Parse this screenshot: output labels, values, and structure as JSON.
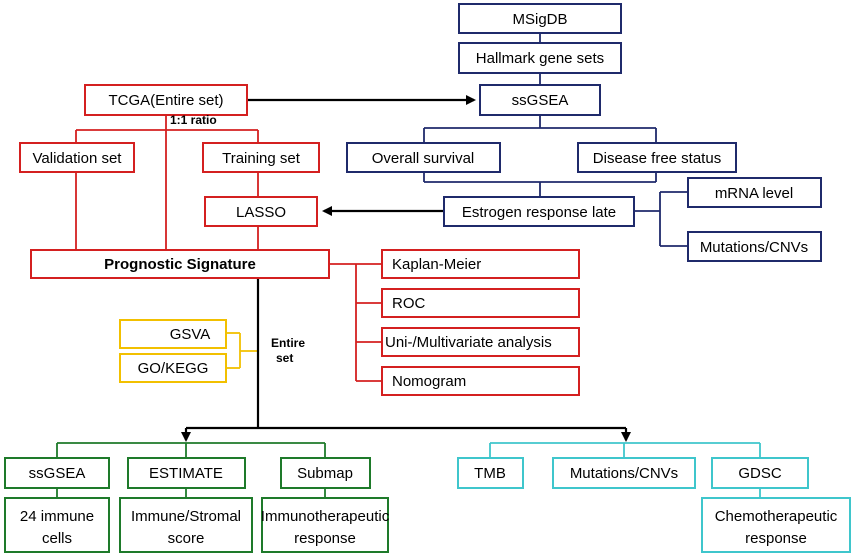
{
  "colors": {
    "navy": "#1f2a6b",
    "red": "#d42020",
    "yellow": "#f2c000",
    "green": "#1e7a2a",
    "cyan": "#3fc6cc",
    "arrow": "#000000"
  },
  "nodes": {
    "msigdb": "MSigDB",
    "hallmark": "Hallmark gene sets",
    "tcga": "TCGA(Entire set)",
    "ssgsea_top": "ssGSEA",
    "validation": "Validation set",
    "training": "Training set",
    "overall_survival": "Overall survival",
    "disease_free": "Disease free status",
    "lasso": "LASSO",
    "estrogen": "Estrogen response late",
    "mrna": "mRNA level",
    "mutations_top": "Mutations/CNVs",
    "prognostic": "Prognostic Signature",
    "kaplan": "Kaplan-Meier",
    "roc": "ROC",
    "unimulti": "Uni-/Multivariate analysis",
    "nomogram": "Nomogram",
    "gsva": "GSVA",
    "gokegg": "GO/KEGG",
    "ssgsea_bottom": "ssGSEA",
    "estimate": "ESTIMATE",
    "submap": "Submap",
    "tmb": "TMB",
    "mutations_bottom": "Mutations/CNVs",
    "gdsc": "GDSC",
    "immune_cells_1": "24 immune",
    "immune_cells_2": "cells",
    "stromal_1": "Immune/Stromal",
    "stromal_2": "score",
    "immuno_1": "Immunotherapeutic",
    "immuno_2": "response",
    "chemo_1": "Chemotherapeutic",
    "chemo_2": "response"
  },
  "labels": {
    "ratio": "1:1 ratio",
    "entire_1": "Entire",
    "entire_2": "set"
  }
}
